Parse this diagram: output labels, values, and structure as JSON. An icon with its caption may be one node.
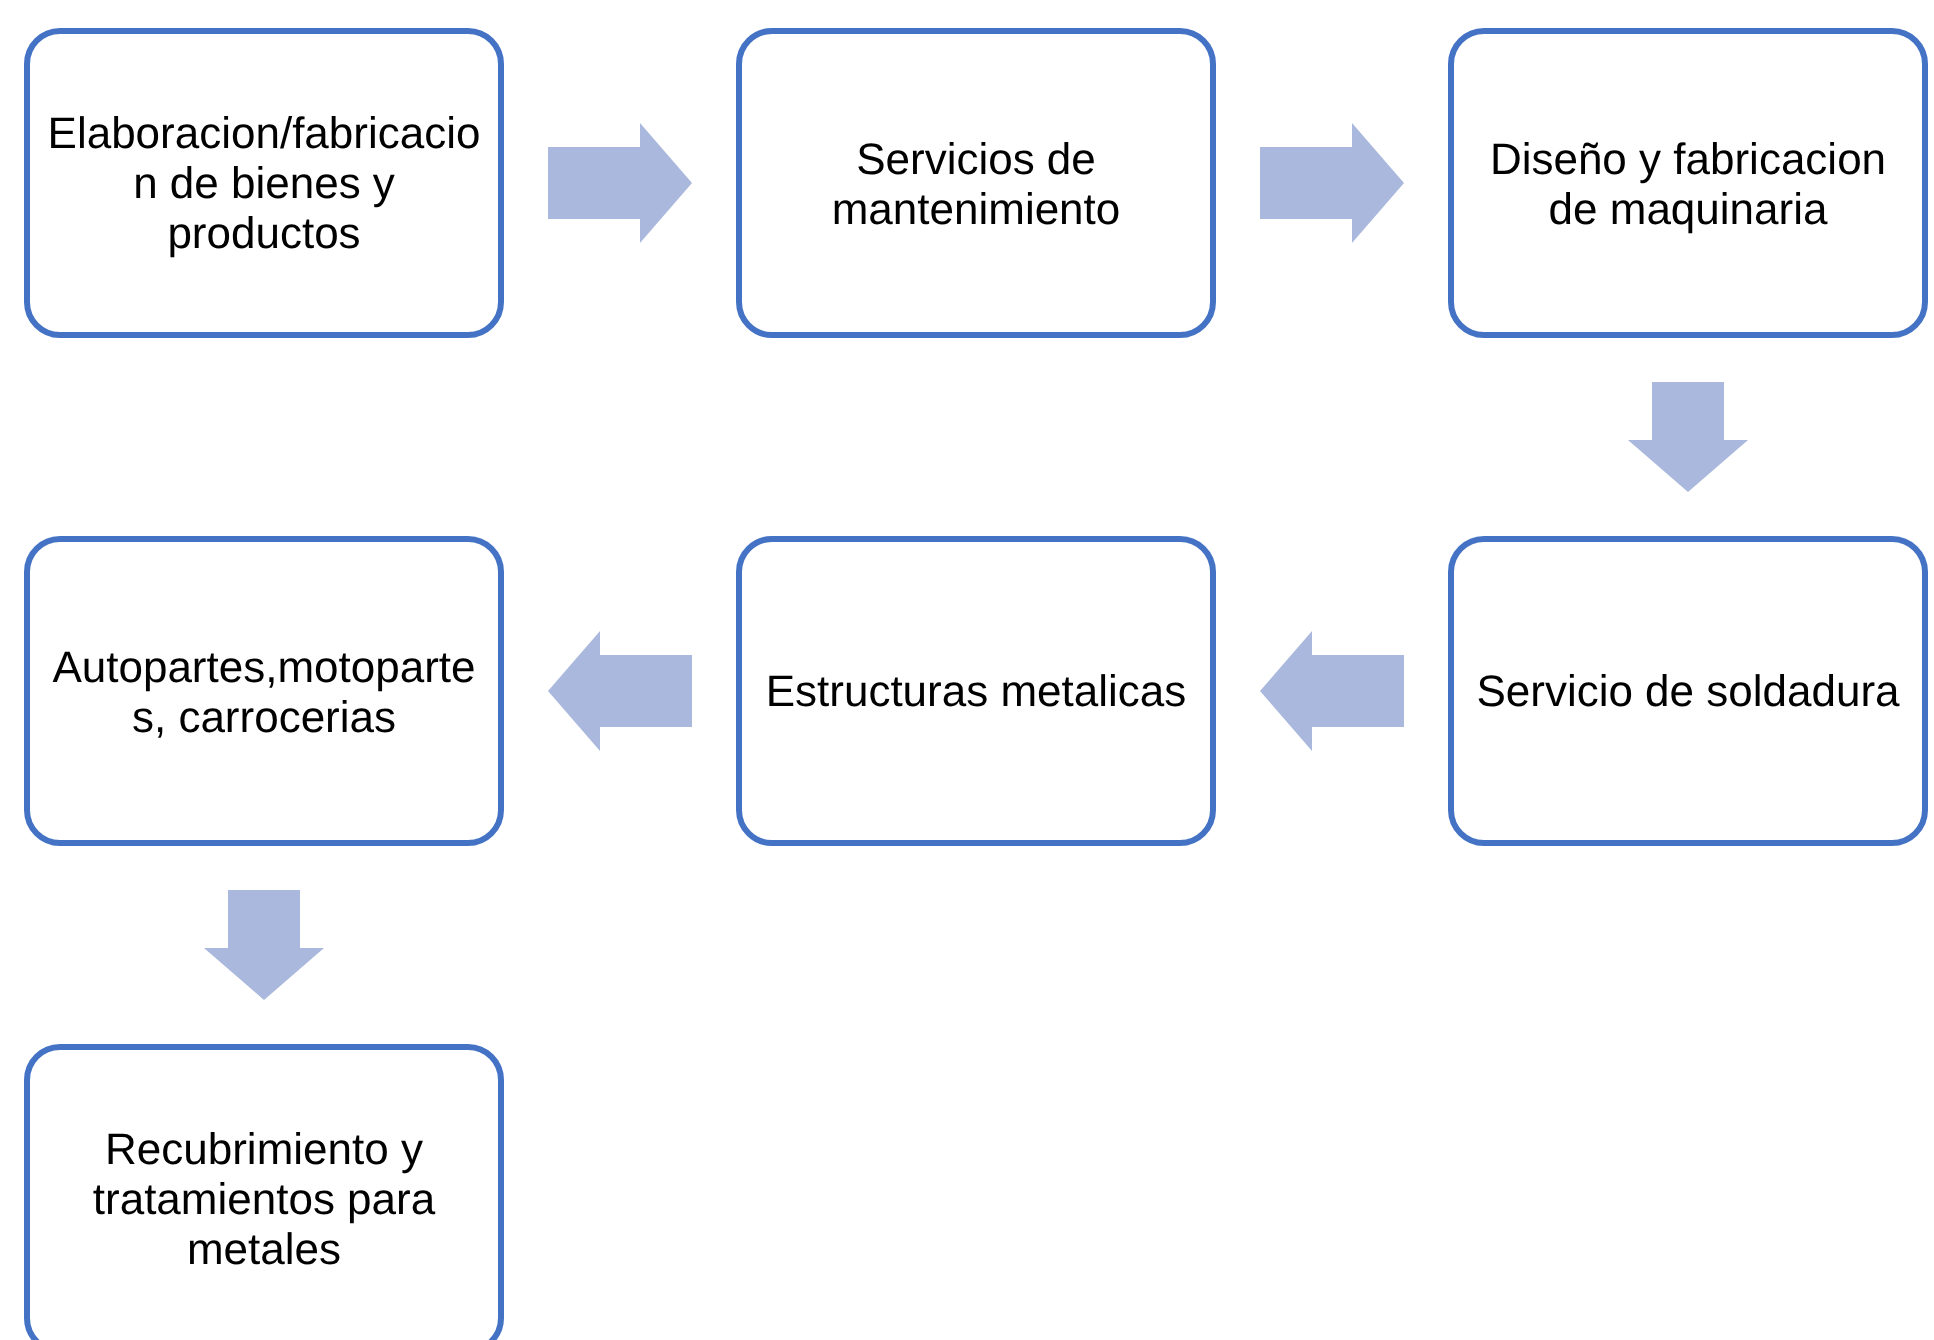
{
  "diagram": {
    "nodes": [
      {
        "text": [
          "Elaboracion/fabricacion de bienes y productos"
        ]
      },
      {
        "text": [
          "Servicios de mantenimiento"
        ]
      },
      {
        "text": [
          "Diseño y fabricacion de maquinaria"
        ]
      },
      {
        "text": [
          "Autopartes,motopartes, carrocerias"
        ]
      },
      {
        "text": [
          "Estructuras metalicas"
        ]
      },
      {
        "text": [
          "Servicio de soldadura"
        ]
      },
      {
        "text": [
          "Recubrimiento y tratamientos para metales"
        ]
      }
    ],
    "edges": [
      {
        "from": 0,
        "to": 1,
        "arrow": "to"
      },
      {
        "from": 1,
        "to": 2,
        "arrow": "to"
      },
      {
        "from": 2,
        "to": 5,
        "arrow": "to"
      },
      {
        "from": 5,
        "to": 4,
        "arrow": "to"
      },
      {
        "from": 4,
        "to": 3,
        "arrow": "to"
      },
      {
        "from": 3,
        "to": 6,
        "arrow": "to"
      }
    ]
  }
}
